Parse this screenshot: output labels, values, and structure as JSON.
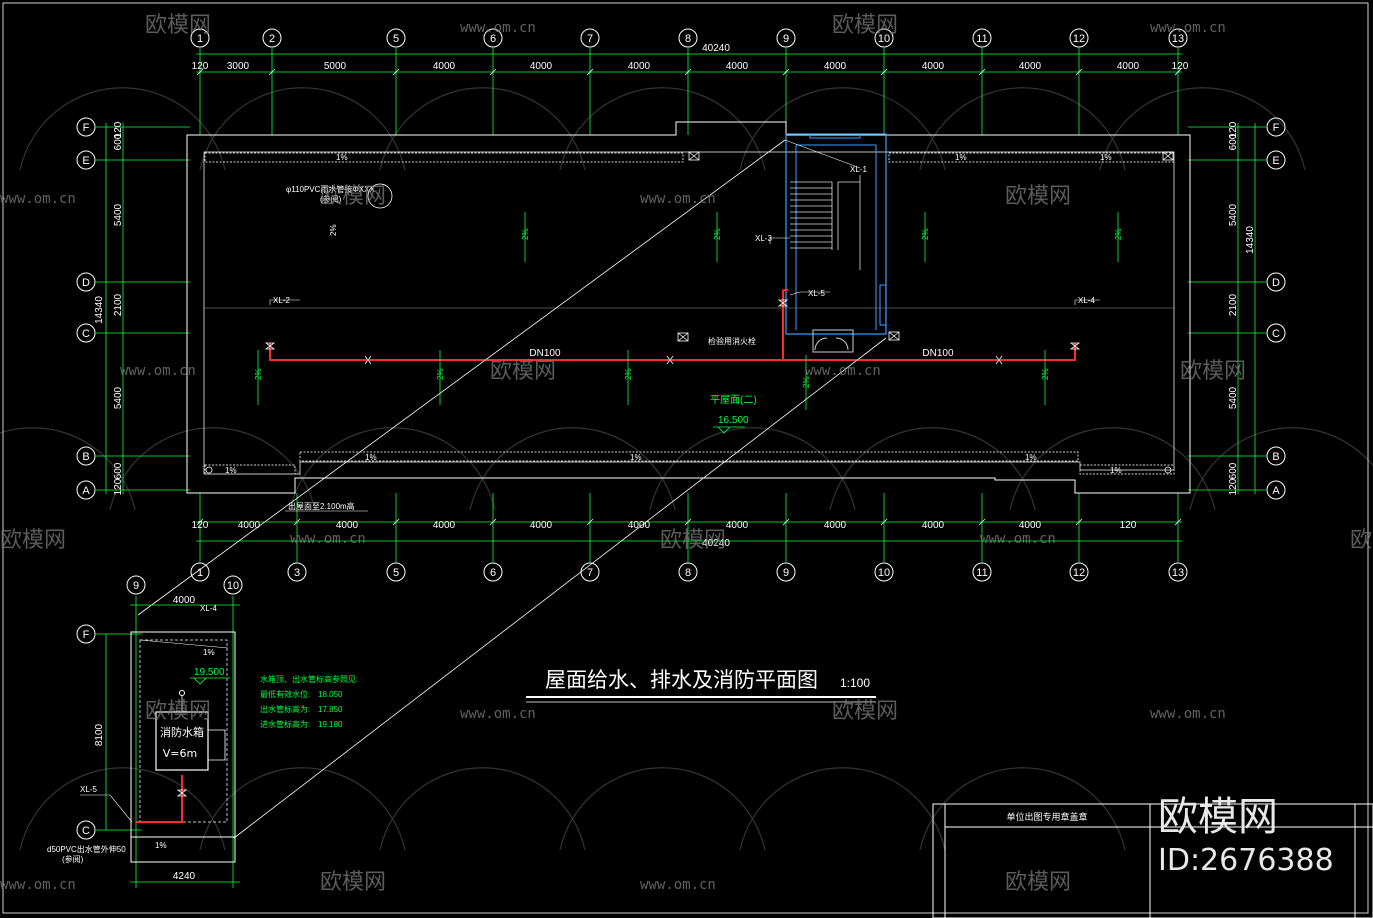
{
  "drawing": {
    "title": "屋面给水、排水及消防平面图",
    "scale": "1:100"
  },
  "grid_cols_top": [
    "1",
    "2",
    "5",
    "6",
    "7",
    "8",
    "9",
    "10",
    "11",
    "12",
    "13"
  ],
  "grid_cols_bottom": [
    "1",
    "3",
    "5",
    "6",
    "7",
    "8",
    "9",
    "10",
    "11",
    "12",
    "13"
  ],
  "grid_rows": [
    "F",
    "E",
    "D",
    "C",
    "B",
    "A"
  ],
  "dims": {
    "total": "40240",
    "top_segments": [
      "120",
      "3000",
      "5000",
      "4000",
      "4000",
      "4000",
      "4000",
      "4000",
      "4000",
      "4000",
      "4000",
      "120"
    ],
    "bottom_segments": [
      "120",
      "4000",
      "4000",
      "4000",
      "4000",
      "4000",
      "4000",
      "4000",
      "4000",
      "4000",
      "120"
    ],
    "left_segments": [
      "120",
      "600",
      "5400",
      "2100",
      "5400",
      "600",
      "120"
    ],
    "left_total": "14340",
    "right_segments": [
      "120",
      "600",
      "5400",
      "2100",
      "5400",
      "600",
      "120"
    ],
    "right_total": "14340"
  },
  "plan": {
    "pipe_dn_left": "DN100",
    "pipe_dn_right": "DN100",
    "pipe_tags": [
      "XL-1",
      "XL-2",
      "XL-3",
      "XL-4",
      "XL-5"
    ],
    "slope": "2%",
    "slope_small": "1%",
    "drain_note": "φ110PVC雨水管接ΦXXX",
    "drain_note2": "(参阅)",
    "hydrant_label": "检验用消火栓",
    "roof_label": "平屋面(二)",
    "roof_elev": "16.500",
    "parapet_note": "出屋面至2.100m高"
  },
  "detail": {
    "cols": [
      "9",
      "10"
    ],
    "rows": [
      "F",
      "C"
    ],
    "width_top": "4000",
    "width_bottom": "4240",
    "height": "8100",
    "tank_name": "消防水箱",
    "tank_volume": "V=6m",
    "elev": "19.500",
    "tag_top": "XL-4",
    "tag_side": "XL-5",
    "pipe_note": "d50PVC出水管外伸50",
    "pipe_note2": "(参阅)",
    "notes_title": "水箱顶、出水管标高参照见:",
    "notes": [
      {
        "label": "最低有效水位:",
        "value": "18.050"
      },
      {
        "label": "出水管标高为:",
        "value": "17.850"
      },
      {
        "label": "进水管标高为:",
        "value": "19.180"
      }
    ]
  },
  "title_block": {
    "header": "单位出图专用章盖章"
  },
  "watermark": {
    "brand": "欧模网",
    "url": "www.om.cn",
    "id": "ID:2676388"
  },
  "colors": {
    "background": "#000000",
    "grid": "#00ff3c",
    "pipe": "#ff2a2a",
    "stair": "#3aa0ff",
    "line": "#ffffff",
    "watermark": "#7a7a7a"
  }
}
